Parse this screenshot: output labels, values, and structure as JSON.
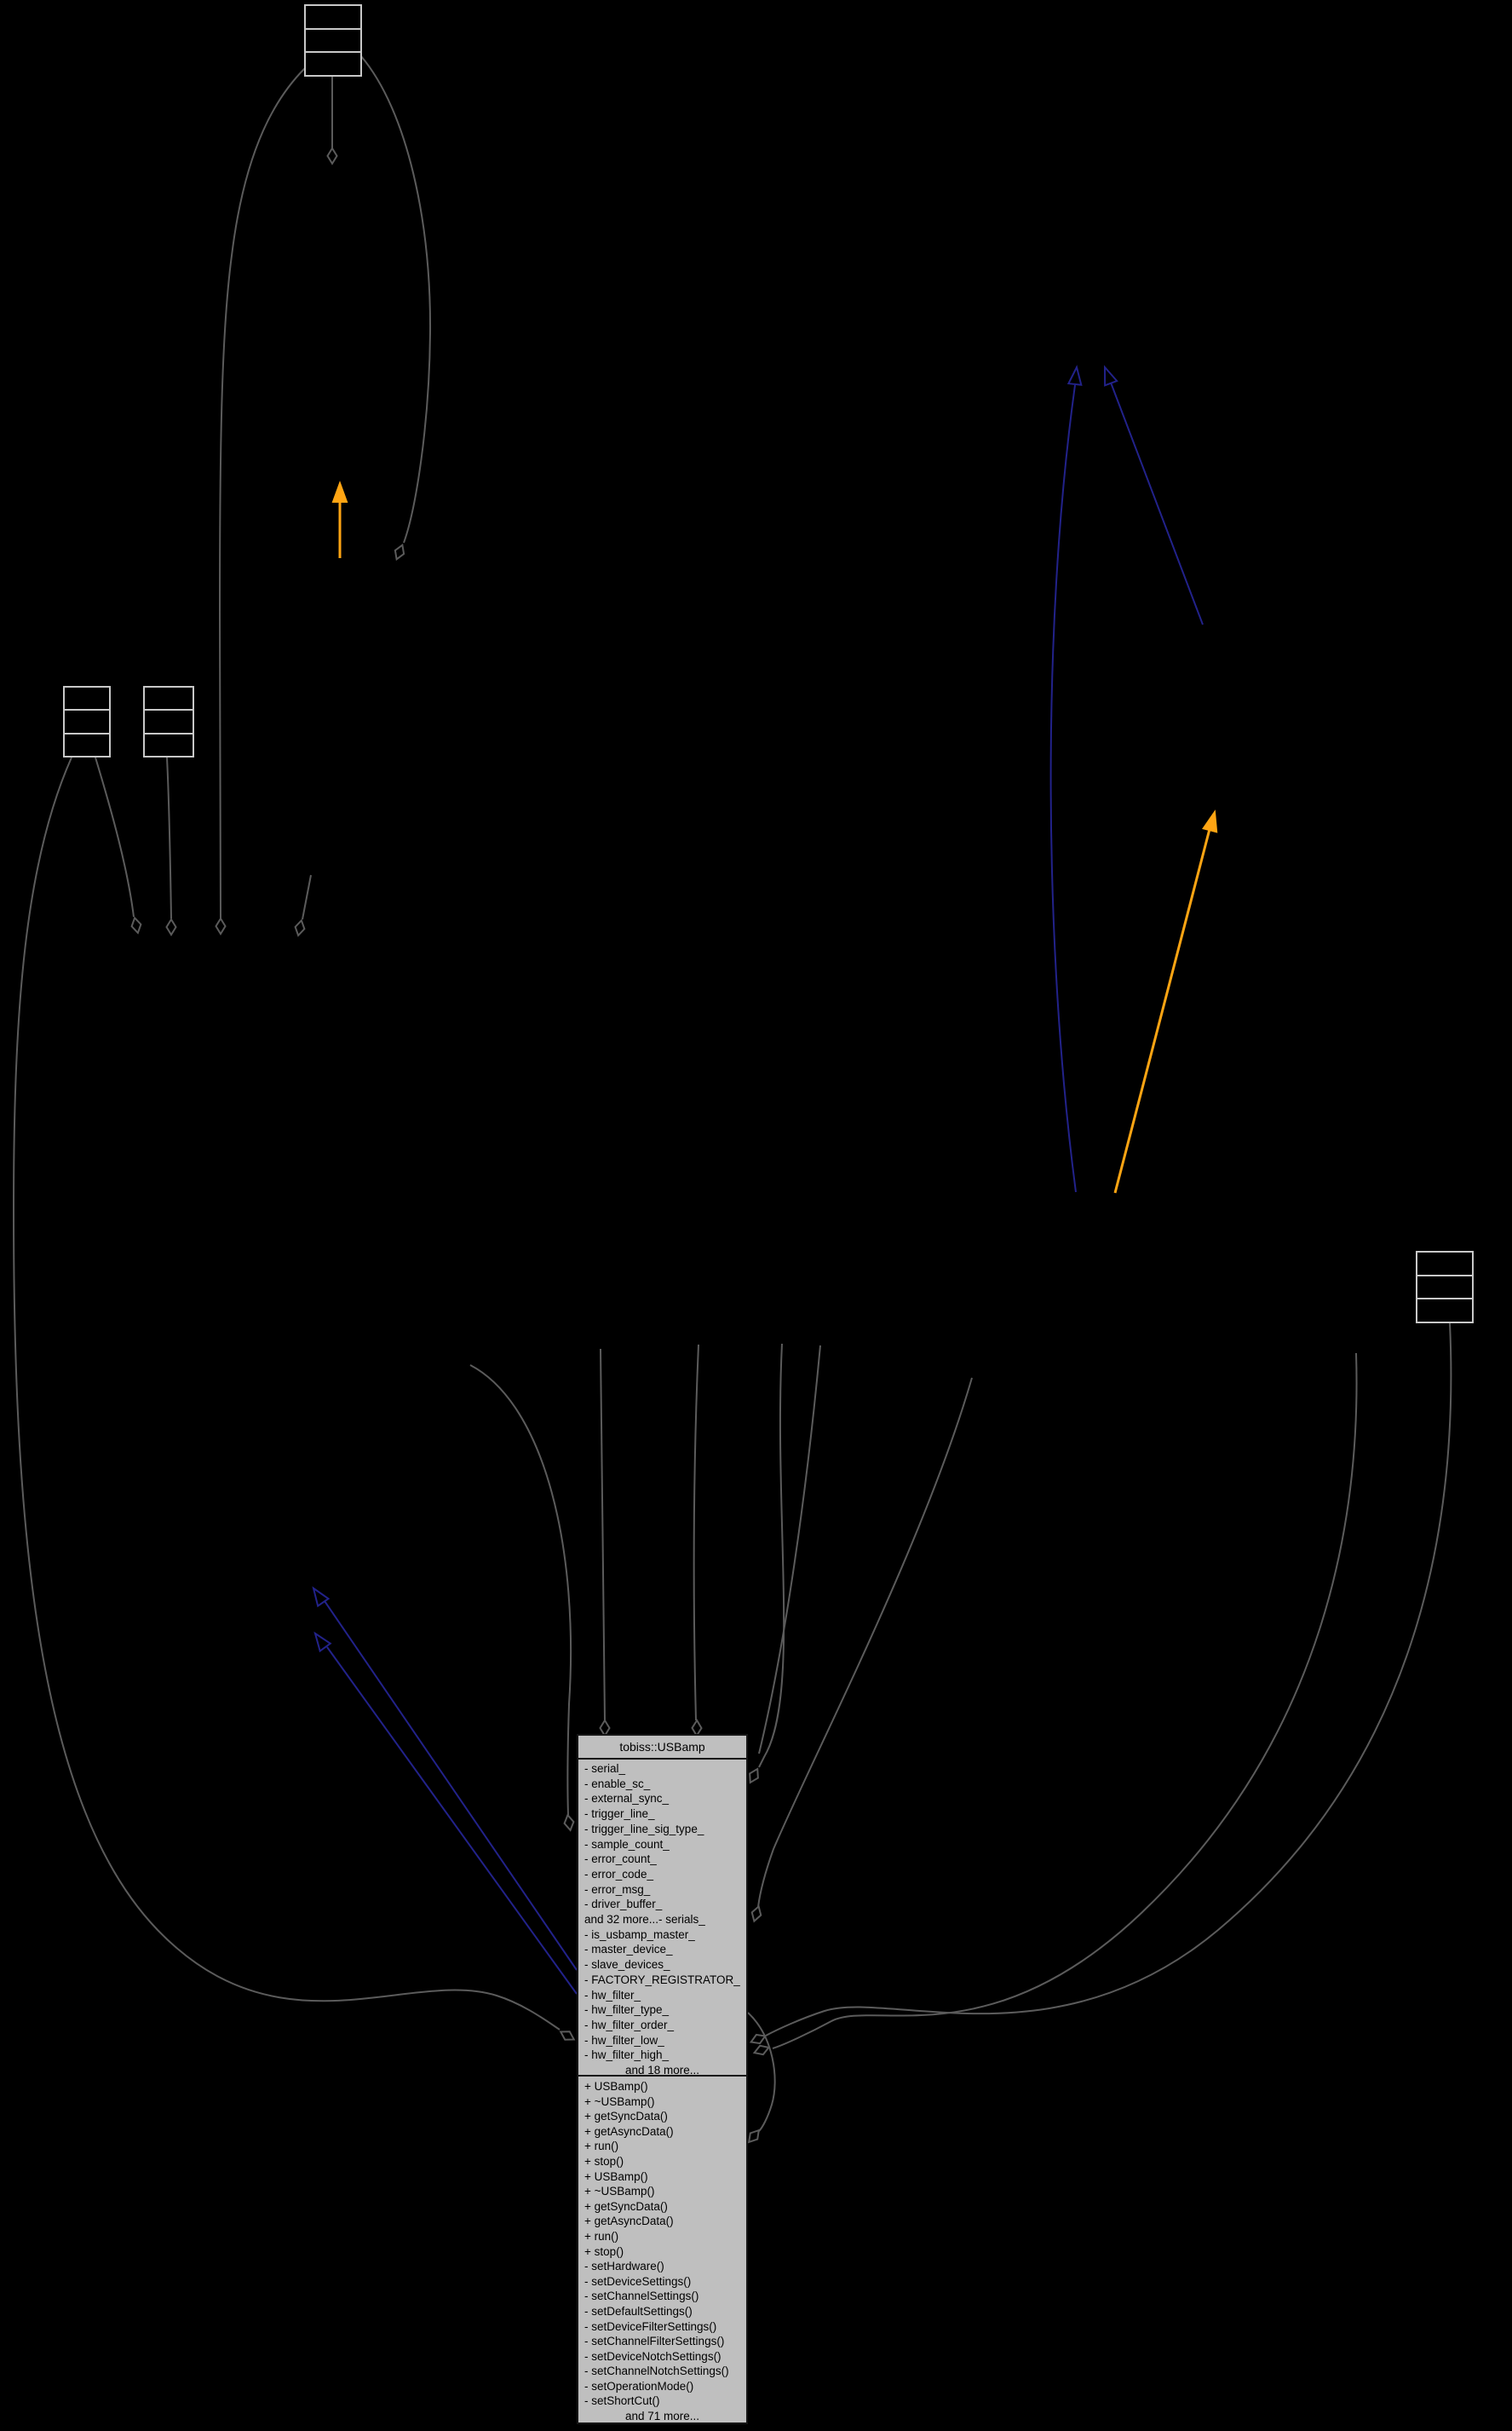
{
  "diagram": {
    "type": "uml-collaboration-graph",
    "background": "#000000",
    "colors": {
      "edge_gray": "#5b5b5b",
      "node_border_gray": "#c8c8c8",
      "node_fill": "#bfbfbf",
      "inheritance_blue": "#22228a",
      "template_orange": "#ffa513",
      "text": "#000000"
    },
    "main_class": {
      "title": "tobiss::USBamp",
      "attributes": [
        "- serial_",
        "- enable_sc_",
        "- external_sync_",
        "- trigger_line_",
        "- trigger_line_sig_type_",
        "- sample_count_",
        "- error_count_",
        "- error_code_",
        "- error_msg_",
        "- driver_buffer_",
        "and 32 more...- serials_",
        "- is_usbamp_master_",
        "- master_device_",
        "- slave_devices_",
        "- FACTORY_REGISTRATOR_",
        "- hw_filter_",
        "- hw_filter_type_",
        "- hw_filter_order_",
        "- hw_filter_low_",
        "- hw_filter_high_"
      ],
      "attributes_more": "and 18 more...",
      "methods": [
        "+ USBamp()",
        "+ ~USBamp()",
        "+ getSyncData()",
        "+ getAsyncData()",
        "+ run()",
        "+ stop()",
        "+ USBamp()",
        "+ ~USBamp()",
        "+ getSyncData()",
        "+ getAsyncData()",
        "+ run()",
        "+ stop()",
        "- setHardware()",
        "- setDeviceSettings()",
        "- setChannelSettings()",
        "- setDefaultSettings()",
        "- setDeviceFilterSettings()",
        "- setChannelFilterSettings()",
        "- setDeviceNotchSettings()",
        "- setChannelNotchSettings()",
        "- setOperationMode()",
        "- setShortCut()"
      ],
      "methods_more": "and 71 more..."
    }
  }
}
